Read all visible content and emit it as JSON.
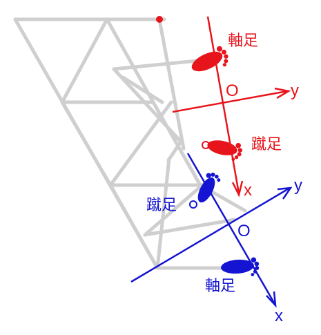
{
  "colors": {
    "red": "#e8141b",
    "blue": "#1414d2",
    "frame": "#cfcfcf",
    "background": "#ffffff"
  },
  "red_frame": {
    "axial_foot_label": "軸足",
    "kick_foot_label": "蹴足",
    "origin_label": "O",
    "x_label": "x",
    "y_label": "y"
  },
  "blue_frame": {
    "axial_foot_label": "軸足",
    "kick_foot_label": "蹴足",
    "origin_label": "O",
    "x_label": "x",
    "y_label": "y"
  },
  "icons": {
    "foot": "foot-icon",
    "arrowhead": "arrowhead-icon",
    "top_point": "dot-icon"
  }
}
